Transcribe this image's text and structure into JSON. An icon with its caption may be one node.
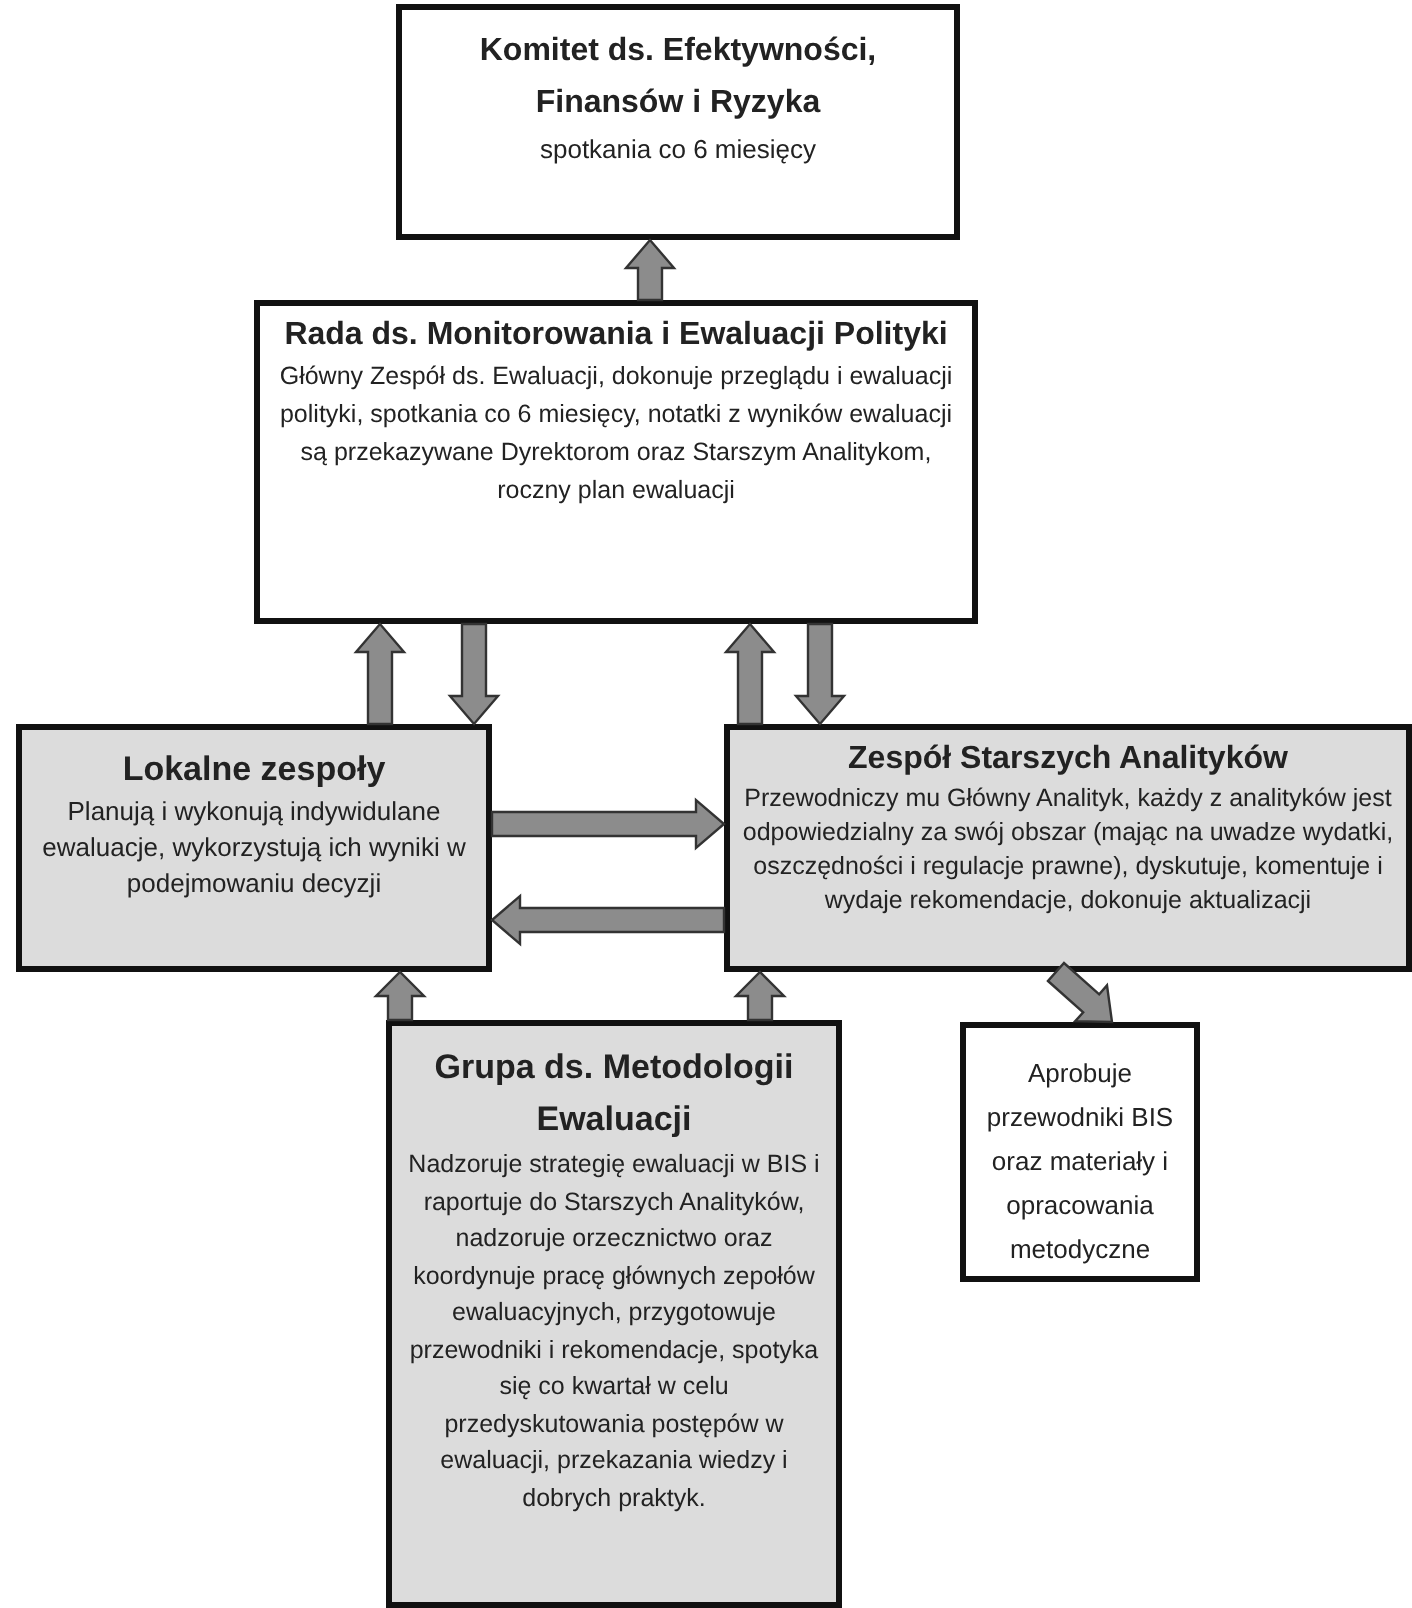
{
  "diagram": {
    "nodes": [
      {
        "text": [
          "Komitet ds. Efektywności, Finansów i Ryzyka",
          "spotkania co 6 miesięcy"
        ]
      },
      {
        "text": [
          "Rada ds. Monitorowania i Ewaluacji Polityki",
          "Główny Zespół ds. Ewaluacji, dokonuje przeglądu i ewaluacji polityki, spotkania co 6 miesięcy, notatki z wyników ewaluacji są przekazywane Dyrektorom oraz Starszym Analitykom, roczny plan ewaluacji"
        ]
      },
      {
        "text": [
          "Lokalne zespoły",
          "Planują i wykonują indywidulane ewaluacje, wykorzystują ich wyniki w podejmowaniu decyzji"
        ]
      },
      {
        "text": [
          "Zespół Starszych Analityków",
          "Przewodniczy mu Główny Analityk, każdy z analityków jest odpowiedzialny za swój obszar (mając na uwadze wydatki, oszczędności i regulacje prawne), dyskutuje, komentuje i wydaje rekomendacje, dokonuje aktualizacji"
        ]
      },
      {
        "text": [
          "Grupa ds. Metodologii Ewaluacji",
          "Nadzoruje strategię ewaluacji w BIS i raportuje do Starszych Analityków, nadzoruje orzecznictwo oraz koordynuje pracę głównych zepołów ewaluacyjnych, przygotowuje przewodniki i rekomendacje, spotyka się co kwartał w celu przedyskutowania postępów w ewaluacji, przekazania wiedzy i dobrych praktyk."
        ]
      },
      {
        "text": [
          "Aprobuje przewodniki BIS oraz materiały i opracowania metodyczne"
        ]
      }
    ],
    "edges": [
      {
        "from": 1,
        "to": 0,
        "arrow": "to"
      },
      {
        "from": 2,
        "to": 1,
        "arrow": "to"
      },
      {
        "from": 1,
        "to": 2,
        "arrow": "to"
      },
      {
        "from": 3,
        "to": 1,
        "arrow": "to"
      },
      {
        "from": 1,
        "to": 3,
        "arrow": "to"
      },
      {
        "from": 2,
        "to": 3,
        "arrow": "to"
      },
      {
        "from": 3,
        "to": 2,
        "arrow": "to"
      },
      {
        "from": 4,
        "to": 2,
        "arrow": "to"
      },
      {
        "from": 4,
        "to": 3,
        "arrow": "to"
      },
      {
        "from": 3,
        "to": 5,
        "arrow": "to"
      }
    ]
  }
}
